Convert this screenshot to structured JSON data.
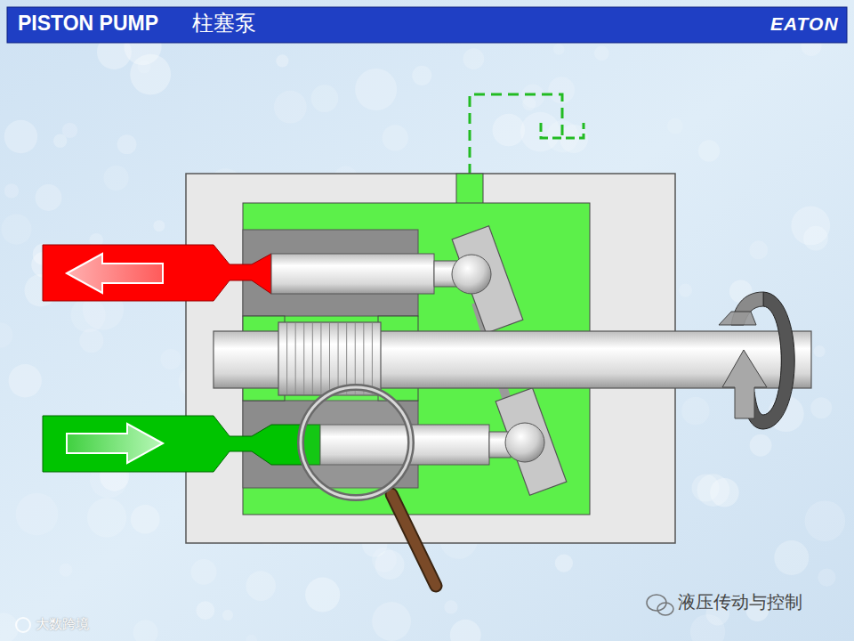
{
  "diagram": {
    "title": "PISTON PUMP",
    "labels": [
      "柱塞泵",
      "EATON",
      "液压传动与控制",
      "大数跨境"
    ]
  }
}
